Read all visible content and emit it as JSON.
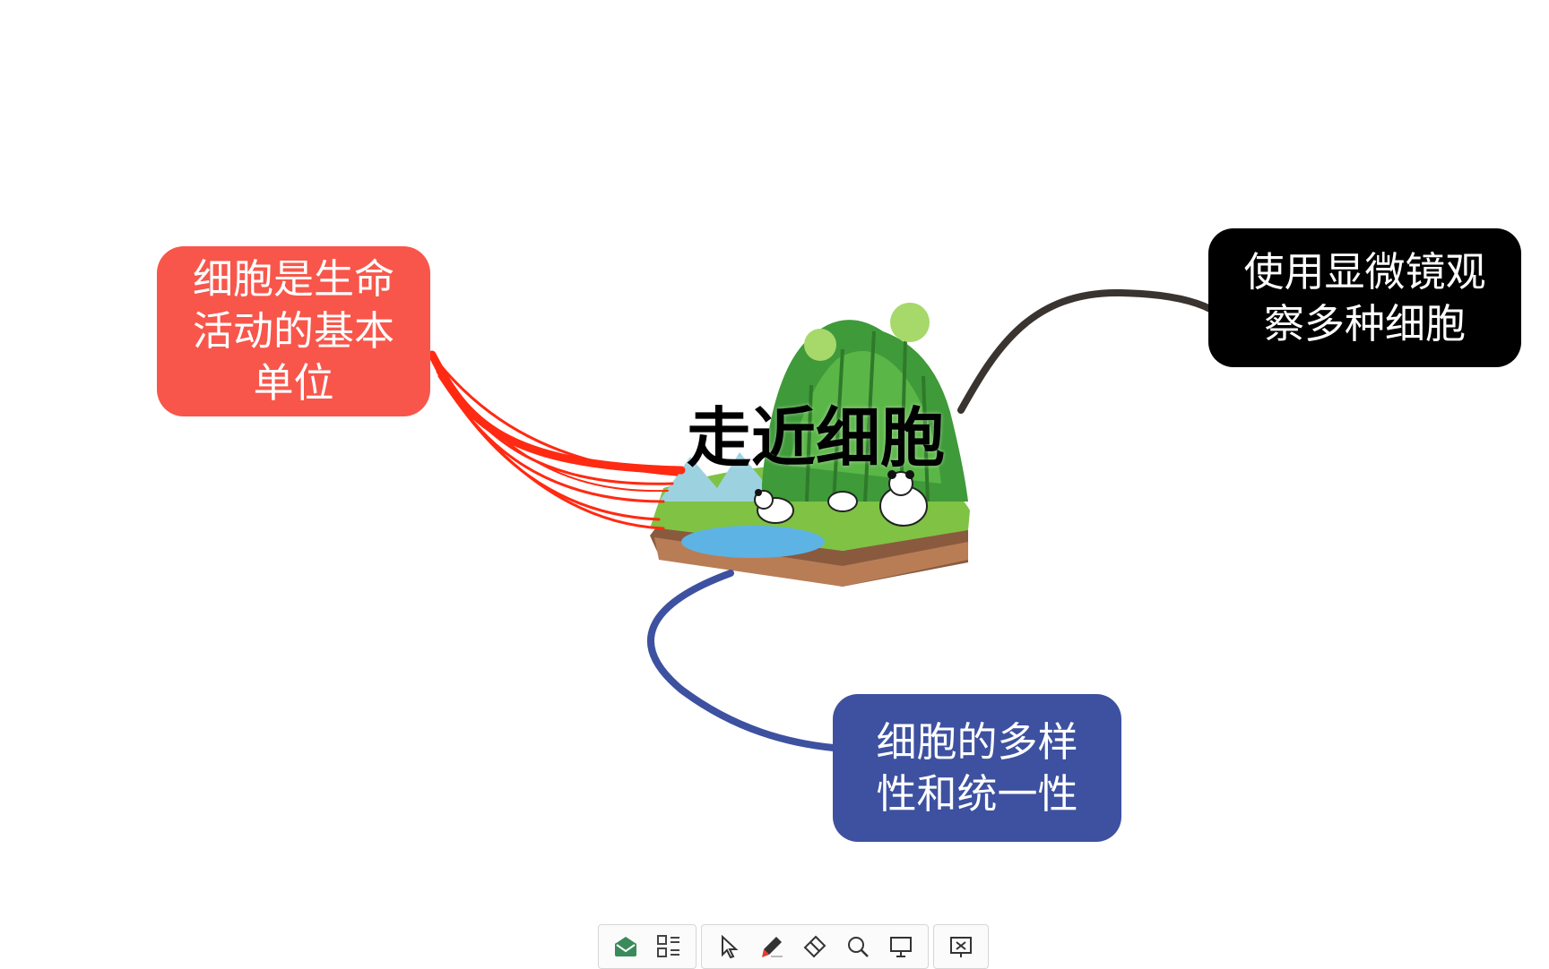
{
  "mindmap": {
    "central_title": "走近细胞",
    "central_image_icon": "panda-bamboo-landscape-illustration",
    "nodes": {
      "left": {
        "text": "细胞是生命\n活动的基本\n单位",
        "color": "#f8564b"
      },
      "right": {
        "text": "使用显微镜观\n察多种细胞",
        "color": "#000000"
      },
      "bottom": {
        "text": "细胞的多样\n性和统一性",
        "color": "#3d51a0"
      }
    },
    "connector_colors": {
      "left": "#ff2a12",
      "right": "#3a3430",
      "bottom": "#3d51a0"
    }
  },
  "toolbar": {
    "groups": [
      [
        "envelope-icon",
        "grid-icon"
      ],
      [
        "pointer-icon",
        "pen-icon",
        "eraser-icon",
        "magnifier-icon",
        "presentation-icon"
      ],
      [
        "exit-presentation-icon"
      ]
    ]
  }
}
